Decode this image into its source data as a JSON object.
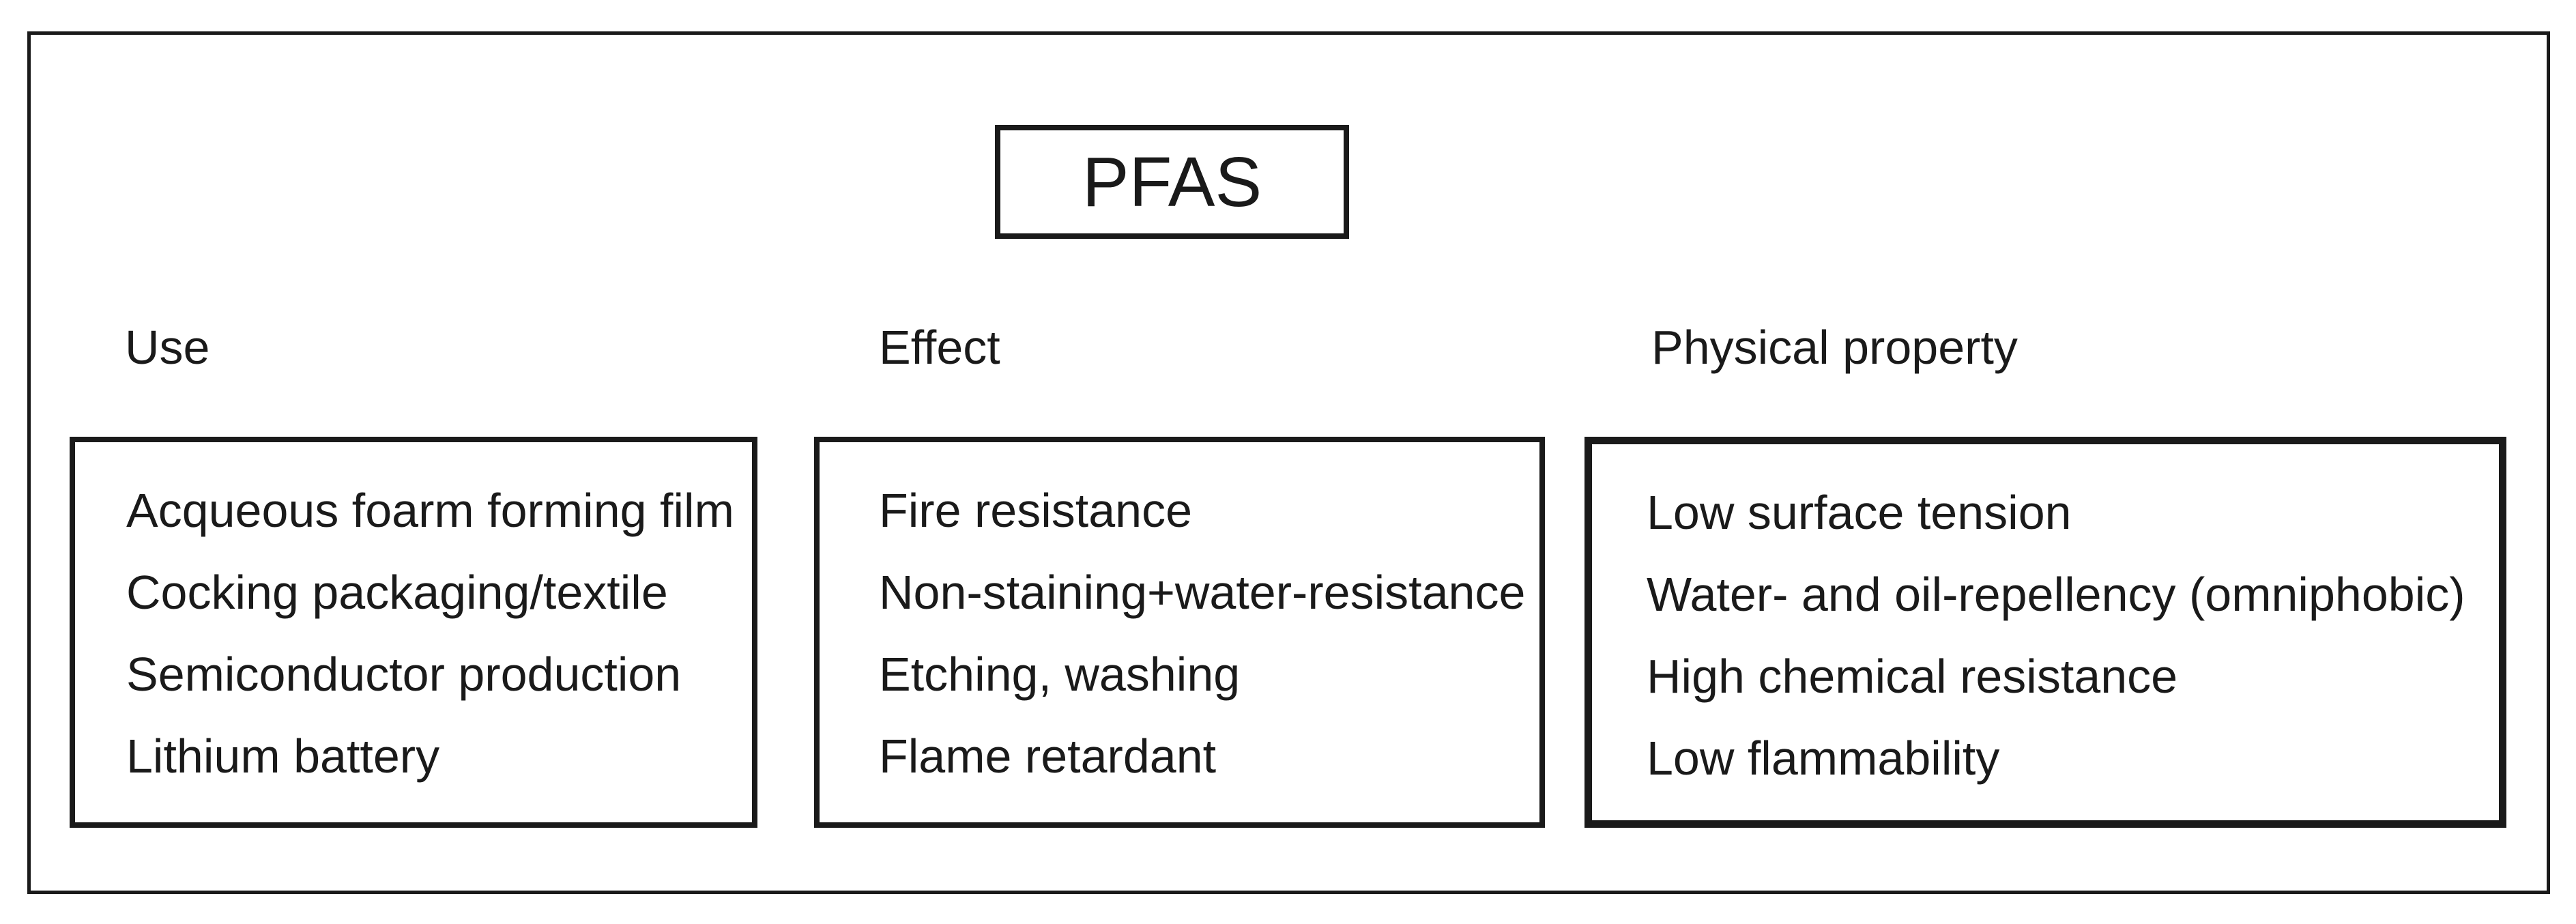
{
  "diagram": {
    "root_label": "PFAS",
    "columns": [
      {
        "header": "Use",
        "items": [
          "Acqueous foarm forming film",
          "Cocking packaging/textile",
          "Semiconductor production",
          "Lithium battery"
        ]
      },
      {
        "header": "Effect",
        "items": [
          "Fire resistance",
          "Non-staining+water-resistance",
          "Etching, washing",
          "Flame retardant"
        ]
      },
      {
        "header": "Physical property",
        "items": [
          "Low surface tension",
          "Water- and oil-repellency (omniphobic)",
          "High chemical resistance",
          "Low flammability"
        ]
      }
    ],
    "colors": {
      "ink": "#1a1a1a",
      "background": "#ffffff"
    }
  }
}
